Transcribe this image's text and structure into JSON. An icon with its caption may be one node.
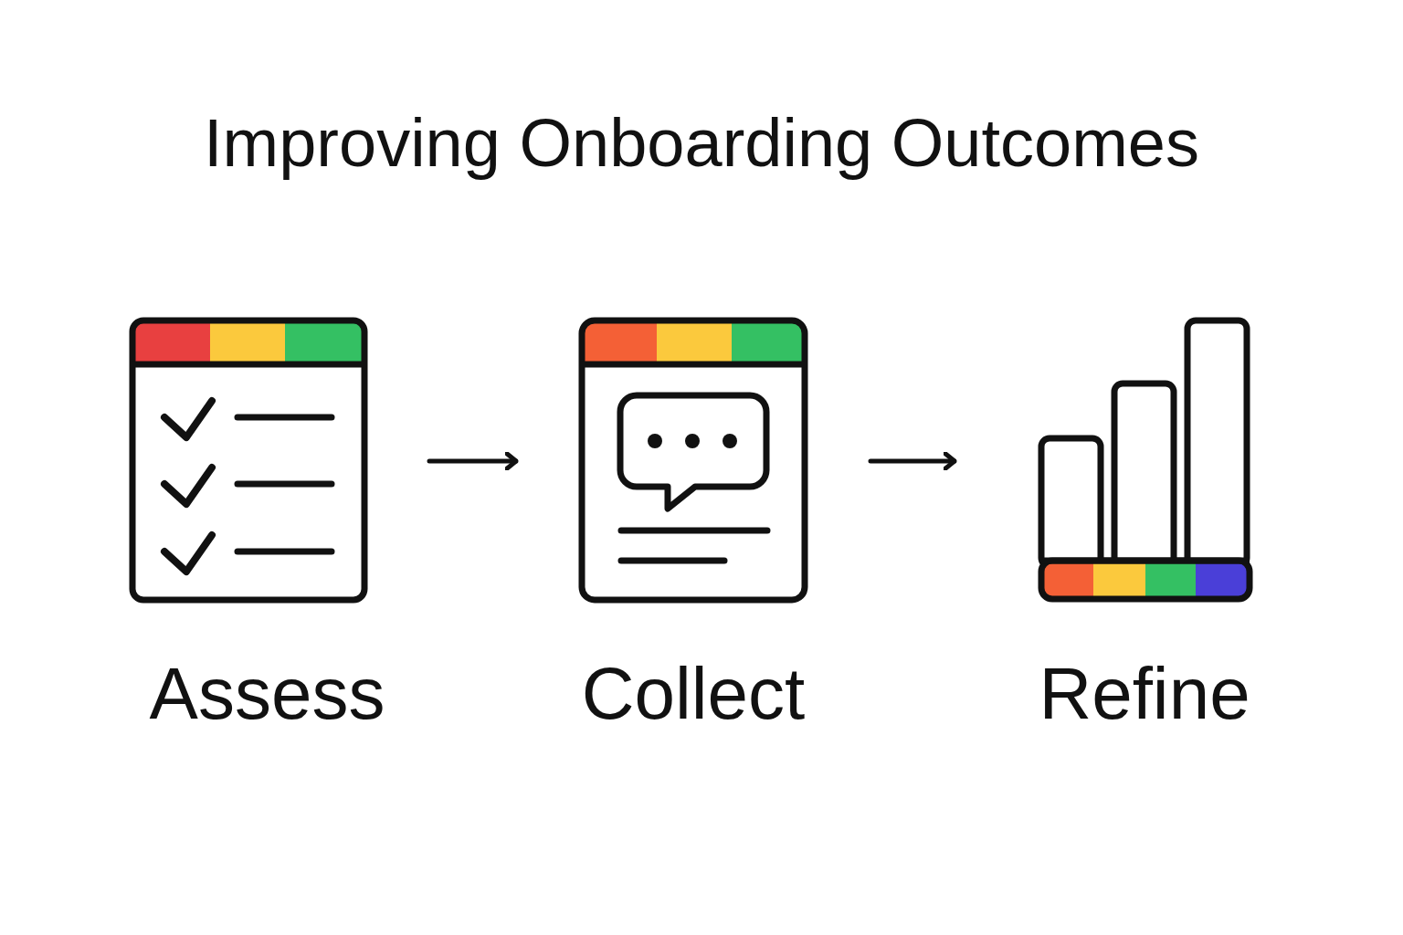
{
  "diagram": {
    "title": "Improving Onboarding Outcomes",
    "nodes": [
      {
        "text": [
          "Assess"
        ]
      },
      {
        "text": [
          "Collect"
        ]
      },
      {
        "text": [
          "Refine"
        ]
      }
    ],
    "edges": [
      {
        "from": 0,
        "to": 1,
        "arrow": "to"
      },
      {
        "from": 1,
        "to": 2,
        "arrow": "to"
      }
    ]
  }
}
